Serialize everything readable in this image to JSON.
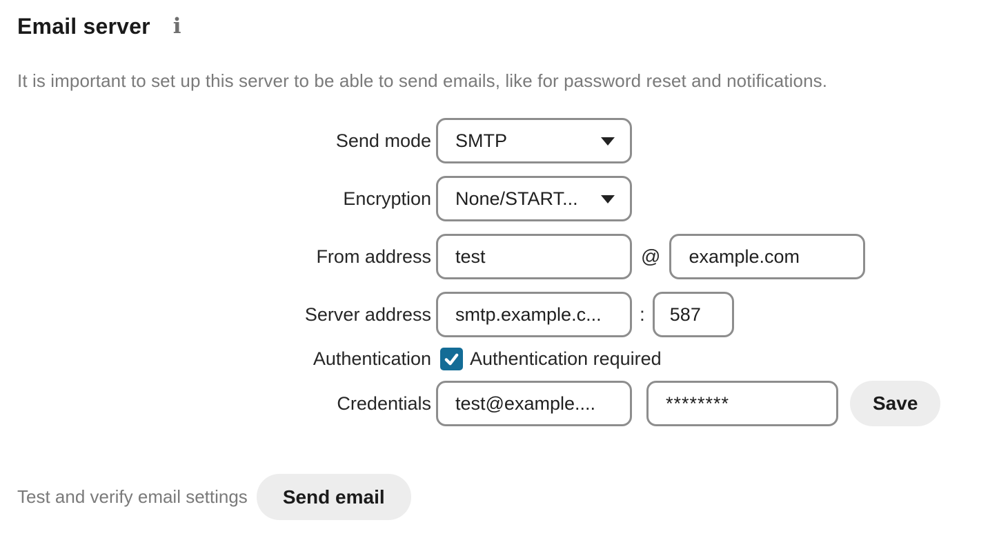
{
  "header": {
    "title": "Email server",
    "info_icon_glyph": "i",
    "description": "It is important to set up this server to be able to send emails, like for password reset and notifications."
  },
  "form": {
    "send_mode": {
      "label": "Send mode",
      "value": "SMTP"
    },
    "encryption": {
      "label": "Encryption",
      "value": "None/START..."
    },
    "from_address": {
      "label": "From address",
      "local_part": "test",
      "separator": "@",
      "domain": "example.com"
    },
    "server_address": {
      "label": "Server address",
      "host": "smtp.example.c...",
      "separator": ":",
      "port": "587"
    },
    "authentication": {
      "label": "Authentication",
      "checkbox_label": "Authentication required",
      "checked": true
    },
    "credentials": {
      "label": "Credentials",
      "username": "test@example....",
      "password": "********",
      "save_label": "Save"
    }
  },
  "test_section": {
    "label": "Test and verify email settings",
    "button_label": "Send email"
  },
  "colors": {
    "accent_checkbox": "#136c96",
    "input_border": "#8d8d8d",
    "button_background": "#ededed",
    "muted_text": "#7a7a7a"
  }
}
